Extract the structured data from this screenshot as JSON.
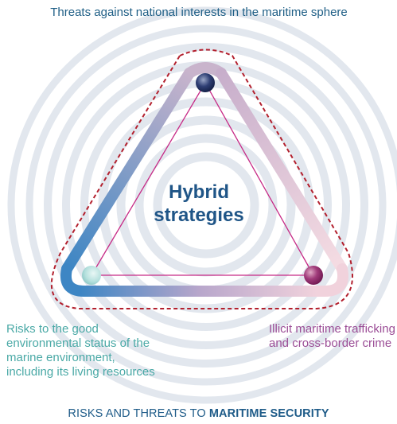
{
  "labels": {
    "top": "Threats against national interests in the maritime sphere",
    "left": "Risks to the good environmental status of the marine environment, including its living resources",
    "right": "Illicit maritime trafficking and cross-border crime",
    "center_line1": "Hybrid",
    "center_line2": "strategies"
  },
  "footer": {
    "prefix": "RISKS AND THREATS TO ",
    "bold": "MARITIME SECURITY"
  },
  "colors": {
    "rings": "#e2e7ee",
    "dashed_border": "#b3202e",
    "inner_triangle": "#c72a86",
    "top_node": "#1d2b57",
    "left_node": "#bfe7e4",
    "right_node": "#9b2e72",
    "blue": "#3d86c4",
    "pink": "#e9c5d2"
  }
}
